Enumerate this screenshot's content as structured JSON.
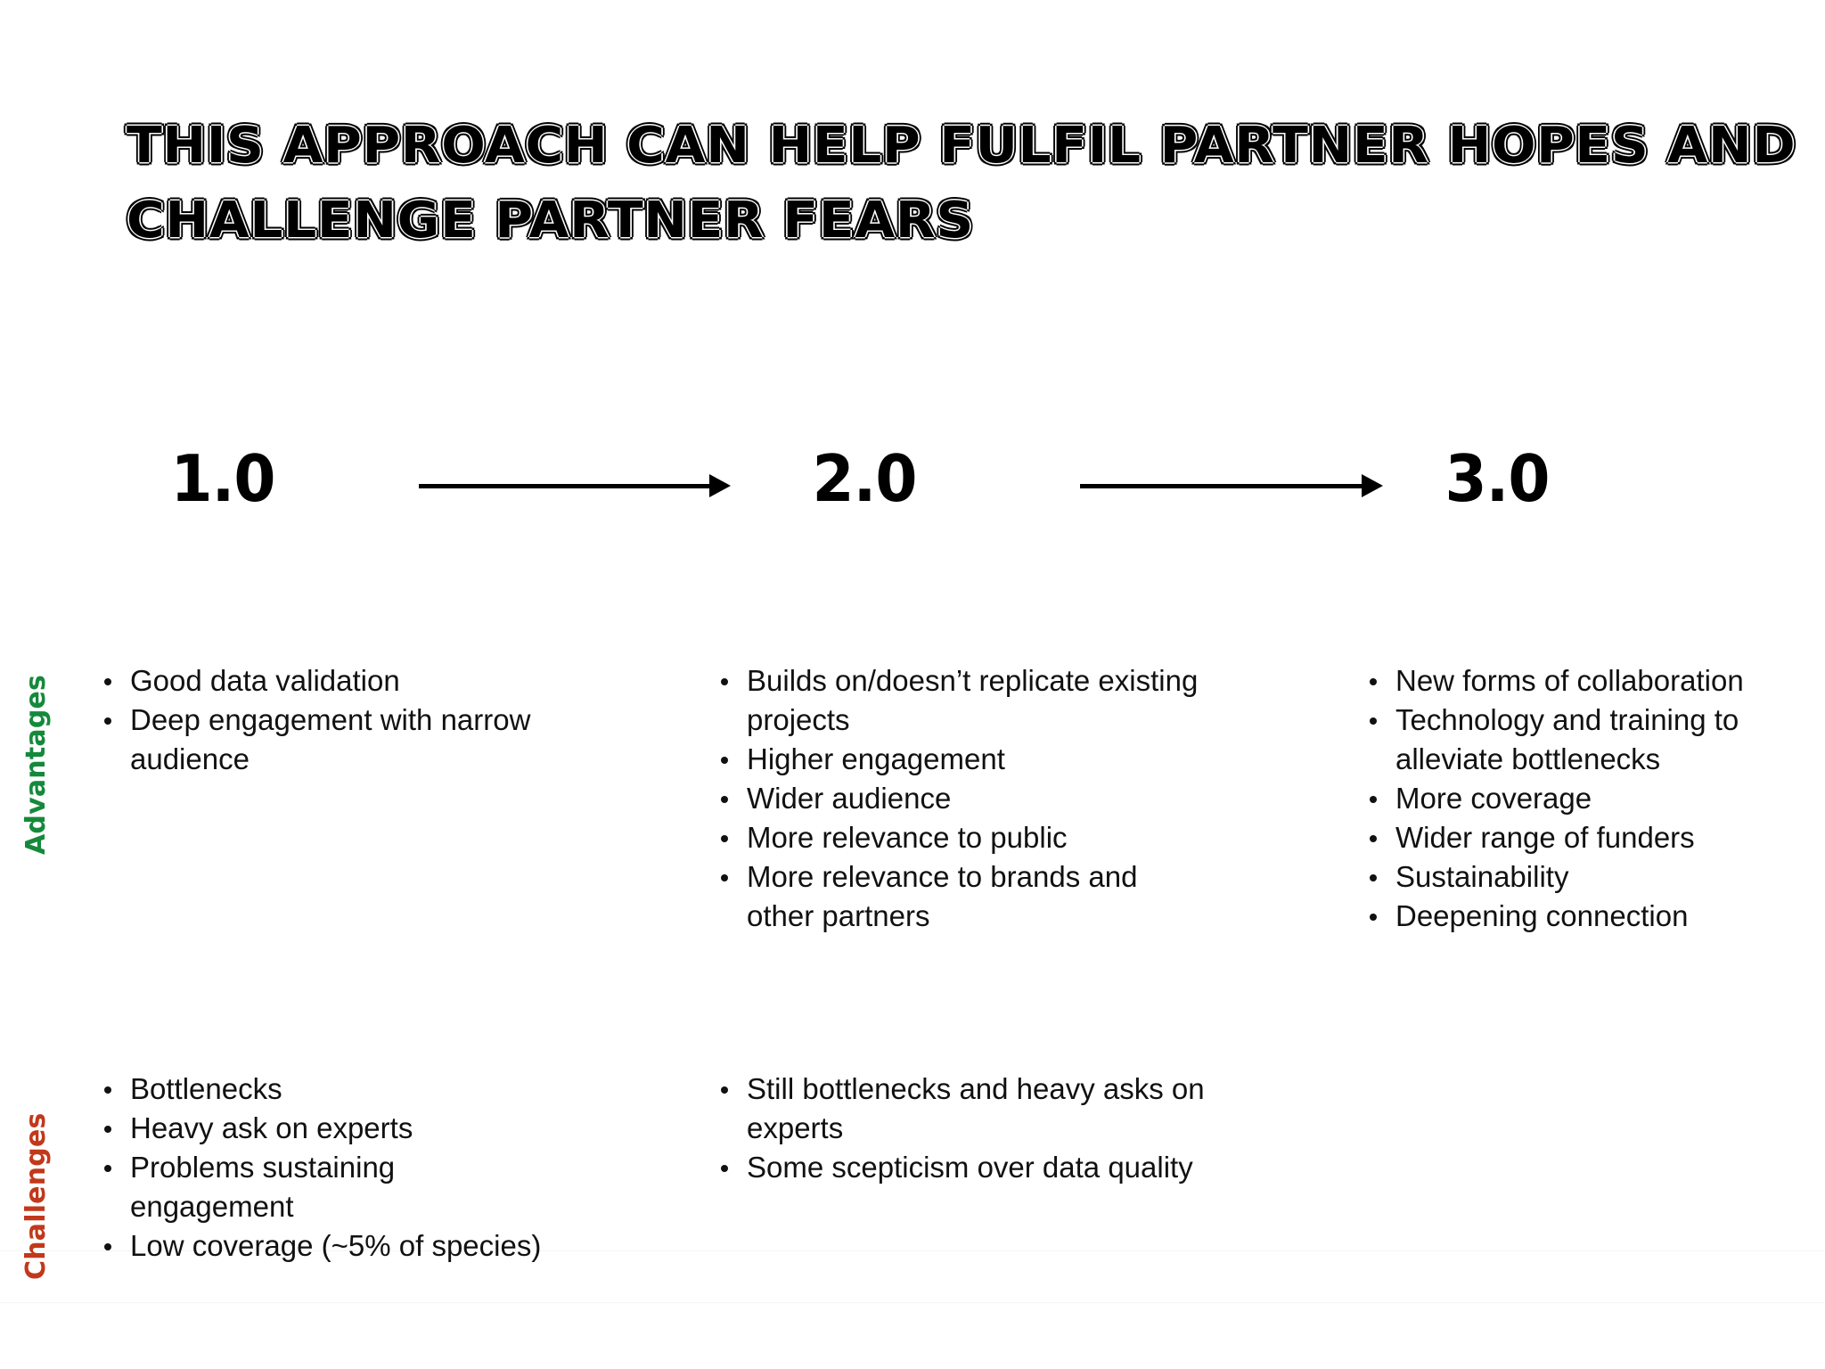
{
  "slide": {
    "background": "#ffffff",
    "title": {
      "line1": "This approach can help fulfil partner hopes and",
      "line2": "Challenge partner fears"
    },
    "timeline": {
      "stages": [
        {
          "label": "1.0"
        },
        {
          "label": "2.0"
        },
        {
          "label": "3.0"
        }
      ],
      "arrows": [
        {
          "name": "arrow-1-to-2",
          "direction": "right"
        },
        {
          "name": "arrow-2-to-3",
          "direction": "right"
        }
      ]
    },
    "row_labels": {
      "advantages": {
        "text": "Advantages",
        "color": "#15893b"
      },
      "challenges": {
        "text": "Challenges",
        "color": "#c2381b"
      }
    },
    "advantages": {
      "stage_1": [
        "Good data validation",
        "Deep engagement with narrow audience"
      ],
      "stage_2": [
        "Builds on/doesn’t replicate existing projects",
        "Higher engagement",
        "Wider audience",
        "More relevance to public",
        "More relevance to brands and other partners"
      ],
      "stage_3": [
        "New forms of collaboration",
        "Technology and training to alleviate bottlenecks",
        "More coverage",
        "Wider range of funders",
        "Sustainability",
        "Deepening connection"
      ]
    },
    "challenges": {
      "stage_1": [
        "Bottlenecks",
        "Heavy ask on experts",
        "Problems sustaining engagement",
        "Low coverage (~5% of species)"
      ],
      "stage_2": [
        "Still bottlenecks and heavy asks on experts",
        "Some scepticism over data quality"
      ],
      "stage_3": []
    }
  }
}
